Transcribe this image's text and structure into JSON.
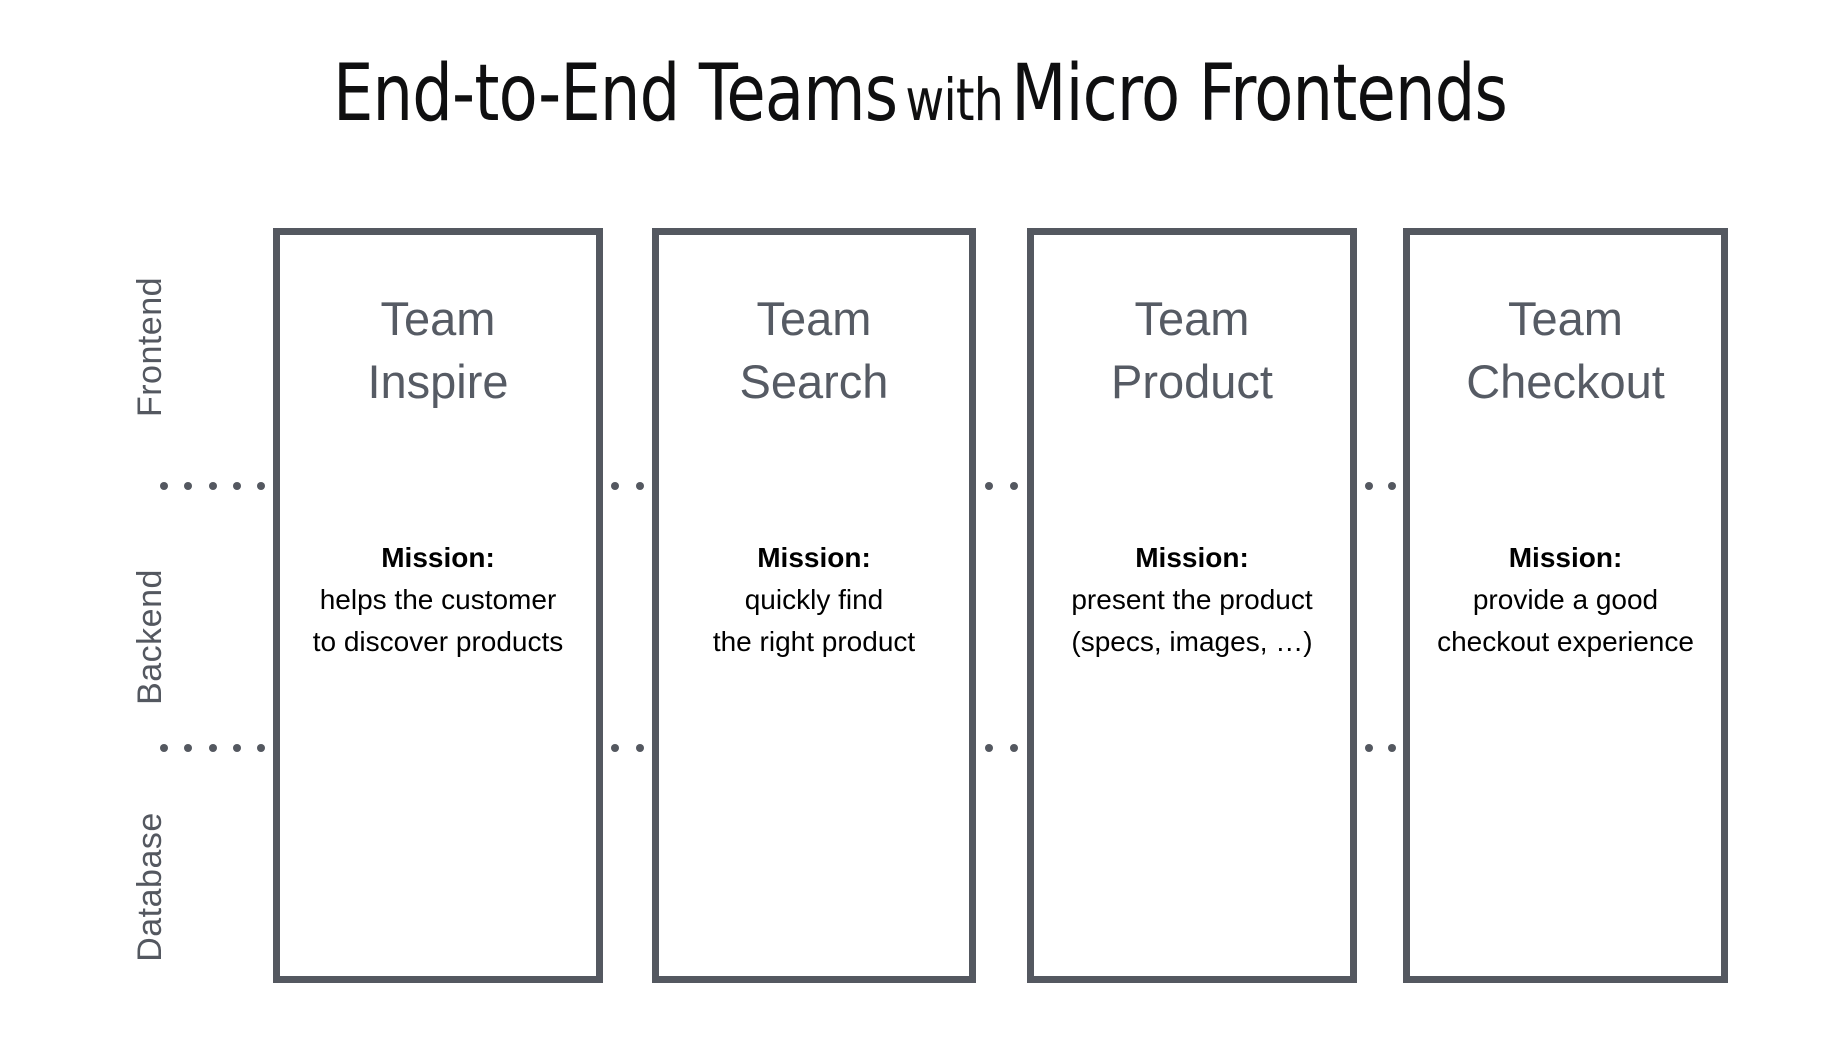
{
  "title": {
    "main_before": "End-to-End Teams",
    "with": "with",
    "main_after": "Micro Frontends"
  },
  "colors": {
    "box_border": "#545860",
    "team_name": "#565b64",
    "layer_label": "#545860",
    "mission_text": "#000000",
    "dot": "#545860",
    "background": "#ffffff"
  },
  "layers": [
    {
      "label": "Frontend"
    },
    {
      "label": "Backend"
    },
    {
      "label": "Database"
    }
  ],
  "mission_label": "Mission:",
  "teams": [
    {
      "name_line1": "Team",
      "name_line2": "Inspire",
      "mission_label": "Mission:",
      "mission_line1": "helps the customer",
      "mission_line2": "to discover products"
    },
    {
      "name_line1": "Team",
      "name_line2": "Search",
      "mission_label": "Mission:",
      "mission_line1": "quickly find",
      "mission_line2": "the right product"
    },
    {
      "name_line1": "Team",
      "name_line2": "Product",
      "mission_label": "Mission:",
      "mission_line1": "present the product",
      "mission_line2": "(specs, images, …)"
    },
    {
      "name_line1": "Team",
      "name_line2": "Checkout",
      "mission_label": "Mission:",
      "mission_line1": "provide a good",
      "mission_line2": "checkout experience"
    }
  ]
}
